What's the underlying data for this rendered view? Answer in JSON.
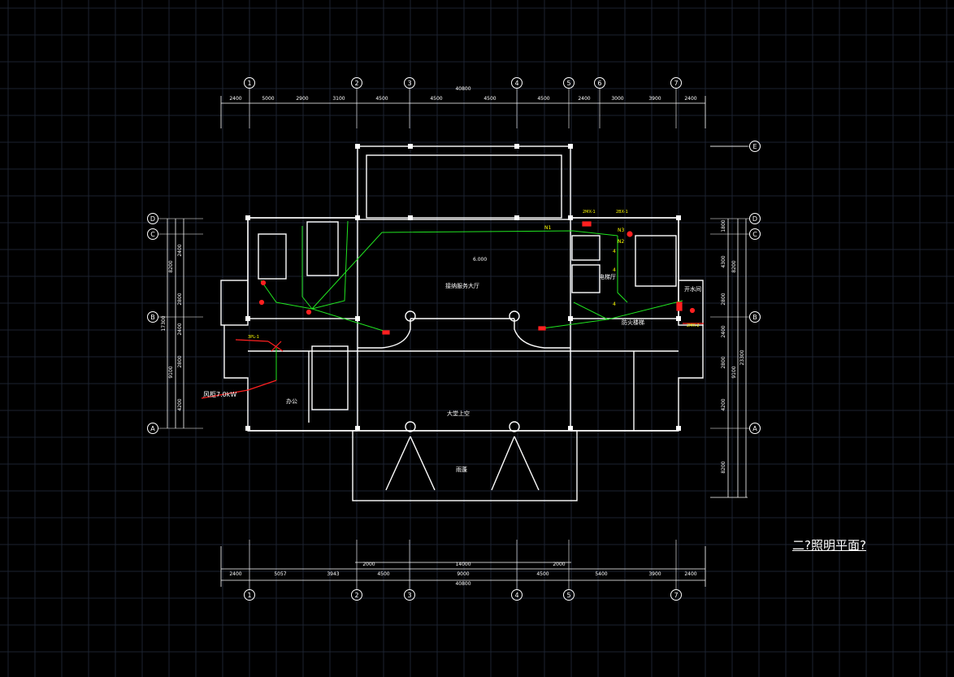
{
  "title": "二?照明平面?",
  "colors": {
    "background": "#000000",
    "grid": "#1c2230",
    "wall": "#ffffff",
    "wire": "#21e521",
    "device": "#ff2020",
    "tag": "#ffff00"
  },
  "axes_top": [
    "1",
    "2",
    "3",
    "4",
    "5",
    "6",
    "7"
  ],
  "axes_bottom": [
    "1",
    "2",
    "3",
    "4",
    "5",
    "7"
  ],
  "axes_left": [
    "D",
    "C",
    "B",
    "A"
  ],
  "axes_right": [
    "E",
    "D",
    "C",
    "B",
    "A"
  ],
  "dims_top_overall": "40800",
  "dims_top": [
    "2400",
    "5000",
    "2900",
    "3100",
    "4500",
    "4500",
    "4500",
    "4500",
    "2400",
    "3000",
    "3900",
    "2400"
  ],
  "dims_bottom_overall": "40800",
  "dims_bottom": [
    "2400",
    "5057",
    "3943",
    "4500",
    "9000",
    "4500",
    "5400",
    "3900",
    "2400"
  ],
  "dims_bottom_upper": [
    "2000",
    "14000",
    "2000"
  ],
  "dims_left": [
    "2400",
    "2800",
    "2400",
    "2800",
    "4200"
  ],
  "dims_left_mid": [
    "8200",
    "9100"
  ],
  "dims_left_total": "17300",
  "dims_right": [
    "1800",
    "4300",
    "2800",
    "2400",
    "2800",
    "4200",
    "8200"
  ],
  "dims_right_mid": [
    "8200",
    "9100"
  ],
  "dims_right_total": "23300",
  "room_labels": {
    "hall": "接纳服务大厅",
    "office": "办公",
    "atrium": "大堂上空",
    "canopy": "雨蓬",
    "elevator": "电梯厅",
    "stair": "防火楼梯",
    "water": "开水间"
  },
  "elevation": "6.000",
  "panel_tags": [
    "2MX-1",
    "2BX-1",
    "3PL-1",
    "2MX-2"
  ],
  "circuit_tags": [
    "N1",
    "N2",
    "N3"
  ],
  "wire_counts": [
    "4",
    "4",
    "4"
  ],
  "load": "风柜7.0kW"
}
